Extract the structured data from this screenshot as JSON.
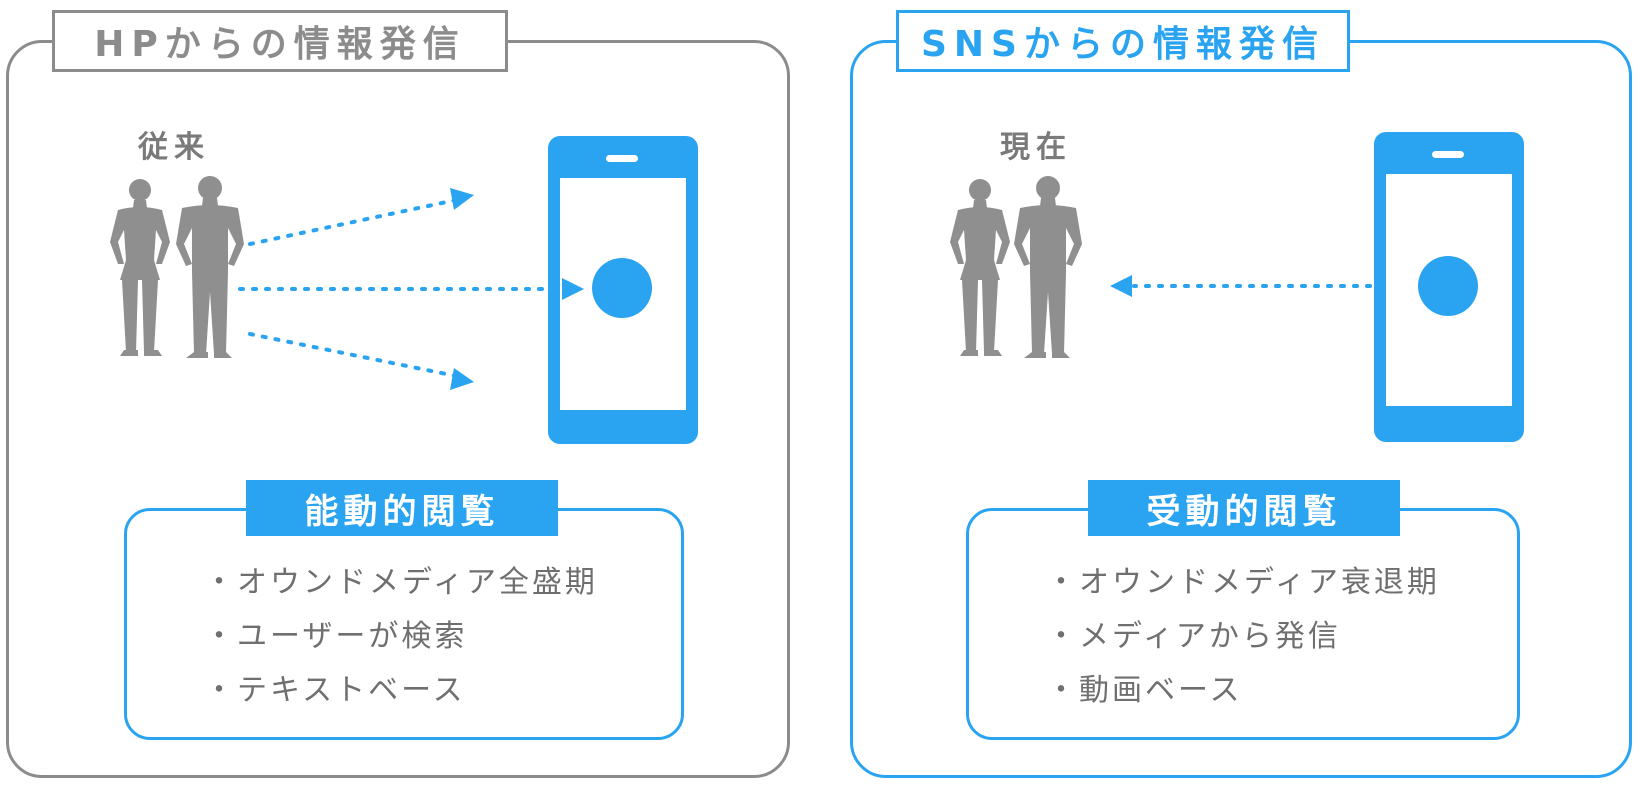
{
  "panels": {
    "hp": {
      "title": "HPからの情報発信",
      "era": "従来",
      "mode": "能動的閲覧",
      "bullets": [
        "オウンドメディア全盛期",
        "ユーザーが検索",
        "テキストベース"
      ]
    },
    "sns": {
      "title": "SNSからの情報発信",
      "era": "現在",
      "mode": "受動的閲覧",
      "bullets": [
        "オウンドメディア衰退期",
        "メディアから発信",
        "動画ベース"
      ]
    }
  },
  "colors": {
    "accent_blue": "#2aa4f0",
    "gray_border": "#8c8c8c",
    "silhouette_gray": "#8f8f8f",
    "text_gray": "#6f6f6f"
  },
  "icons": [
    "woman-silhouette-icon",
    "man-silhouette-icon",
    "smartphone-icon"
  ]
}
